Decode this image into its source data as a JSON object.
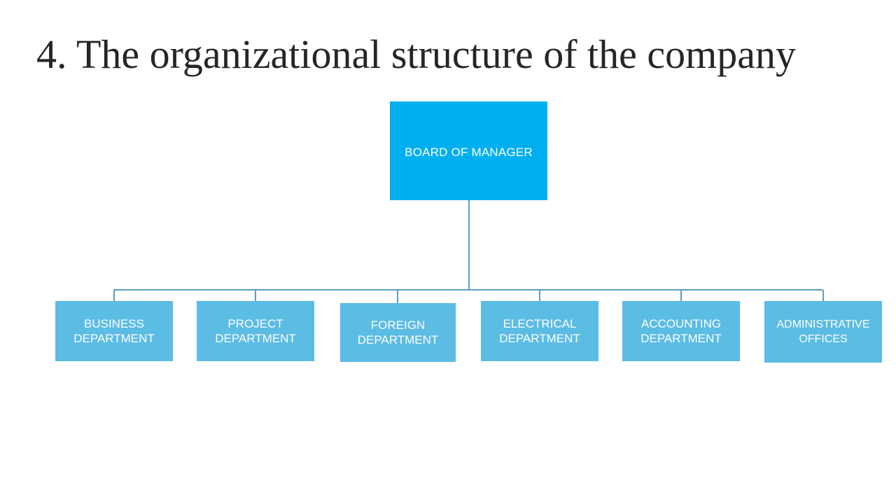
{
  "slide": {
    "title": "4. The organizational structure of the company",
    "background_color": "#FFFFFF",
    "title_color": "#262626"
  },
  "org_chart": {
    "root": {
      "label": "BOARD OF MANAGER",
      "fill_color": "#00AFEF",
      "text_color": "#FFFFFF"
    },
    "connector_color": "#5B9EC0",
    "children": [
      {
        "label": "BUSINESS\nDEPARTMENT",
        "fill_color": "#5BBCE4",
        "text_color": "#FFFFFF"
      },
      {
        "label": "PROJECT\nDEPARTMENT",
        "fill_color": "#5BBCE4",
        "text_color": "#FFFFFF"
      },
      {
        "label": "FOREIGN\nDEPARTMENT",
        "fill_color": "#5BBCE4",
        "text_color": "#FFFFFF"
      },
      {
        "label": "ELECTRICAL\nDEPARTMENT",
        "fill_color": "#5BBCE4",
        "text_color": "#FFFFFF"
      },
      {
        "label": "ACCOUNTING\nDEPARTMENT",
        "fill_color": "#5BBCE4",
        "text_color": "#FFFFFF"
      },
      {
        "label": "ADMINISTRATIVE\nOFFICES",
        "fill_color": "#5BBCE4",
        "text_color": "#FFFFFF"
      }
    ]
  }
}
